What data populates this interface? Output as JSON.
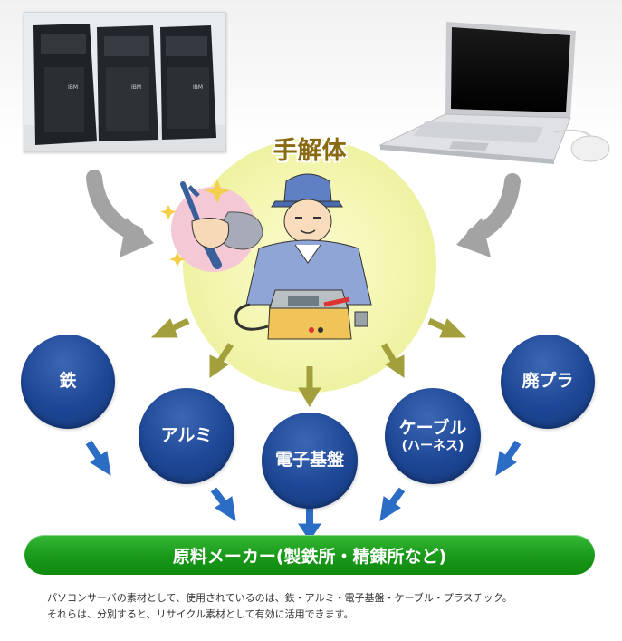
{
  "title": "手解体",
  "sources": {
    "left": "server-computers-photo",
    "right": "laptop-computer-illustration"
  },
  "materials": [
    {
      "label": "鉄",
      "sub": ""
    },
    {
      "label": "アルミ",
      "sub": ""
    },
    {
      "label": "電子基盤",
      "sub": ""
    },
    {
      "label": "ケーブル",
      "sub": "(ハーネス)"
    },
    {
      "label": "廃プラ",
      "sub": ""
    }
  ],
  "destination": "原料メーカー(製鉄所・精錬所など)",
  "note": {
    "line1": "パソコンサーバの素材として、使用されているのは、鉄・アルミ・電子基盤・ケーブル・プラスチック。",
    "line2": "それらは、分別すると、リサイクル素材として有効に活用できます。"
  },
  "colors": {
    "circle": "#1d4796",
    "bar": "#1b9a1b",
    "title": "#8a6a10",
    "glow": "#f7f7b4",
    "olive_arrow": "#9e9a3f",
    "blue_arrow": "#2b6cc4",
    "gray_arrow": "#9a9a9a"
  }
}
